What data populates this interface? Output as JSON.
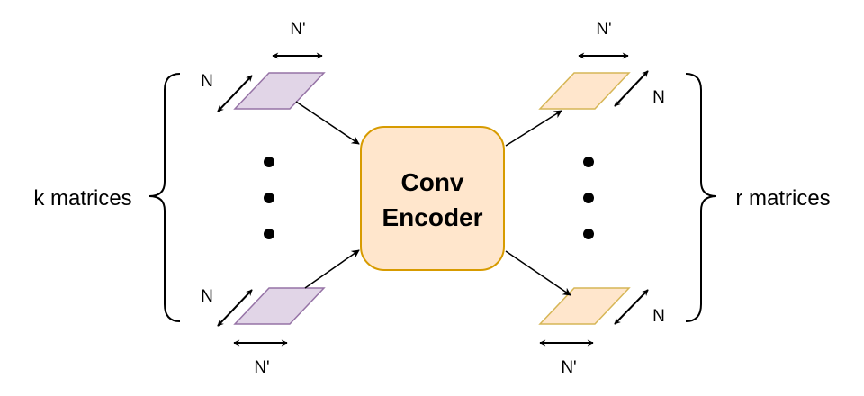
{
  "diagram": {
    "encoder": {
      "line1": "Conv",
      "line2": "Encoder",
      "fill": "#ffe6cc",
      "stroke": "#d79b00"
    },
    "inputs": {
      "label": "k matrices",
      "fill": "#e1d5e7",
      "stroke": "#9673a6"
    },
    "outputs": {
      "label": "r matrices",
      "fill": "#ffe6cc",
      "stroke": "#d6b656"
    },
    "dims": {
      "width": "N'",
      "height": "N"
    }
  }
}
